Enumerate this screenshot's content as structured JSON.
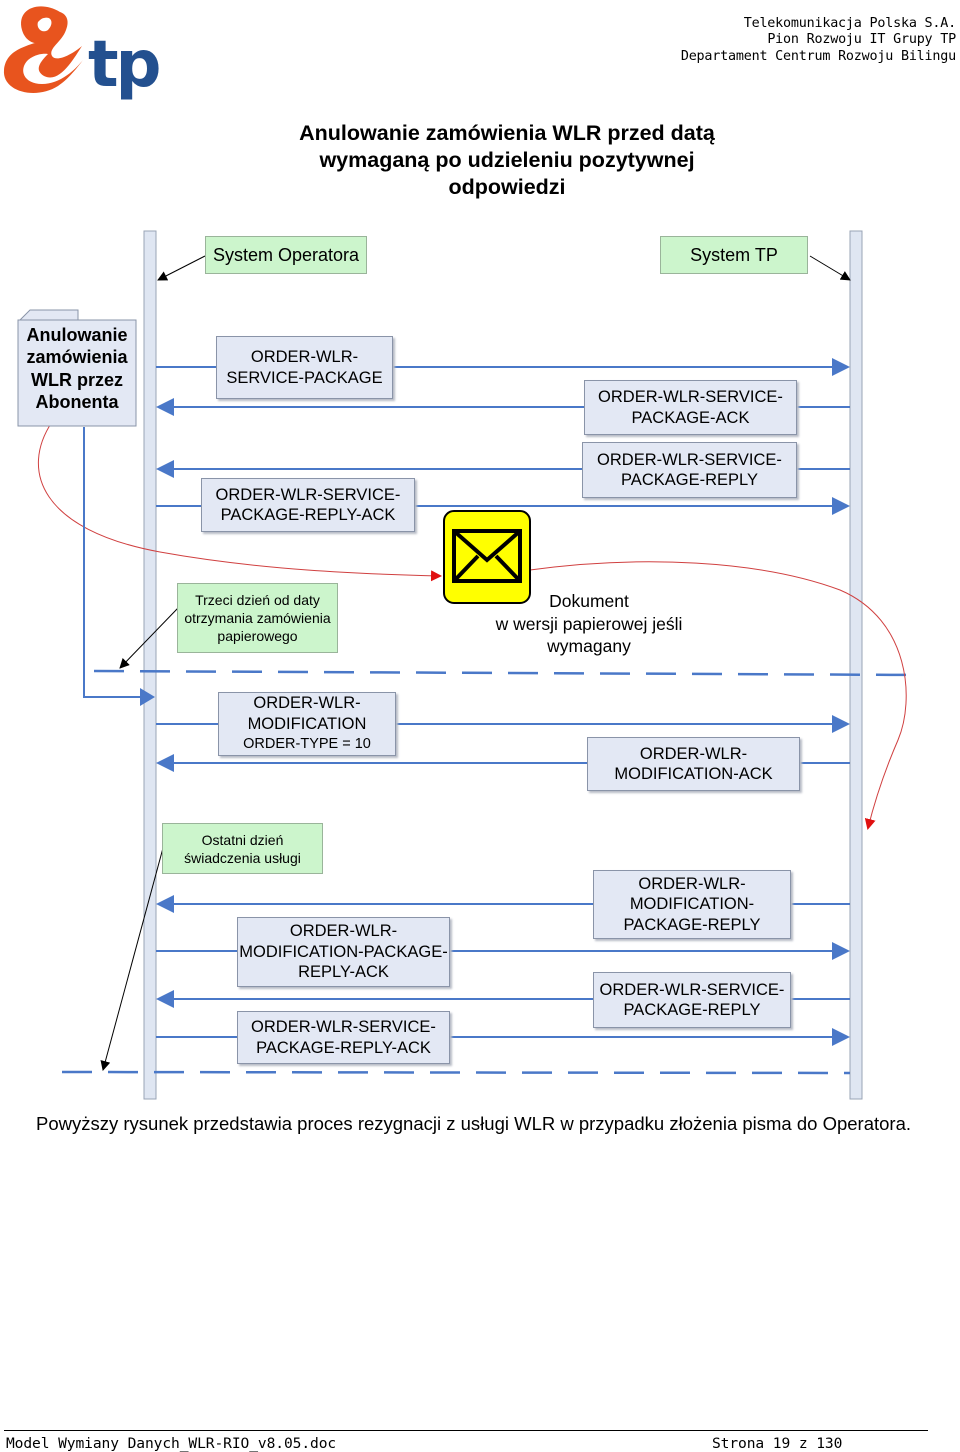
{
  "header": {
    "logo_text": "tp",
    "company": "Telekomunikacja Polska S.A.",
    "division": "Pion Rozwoju IT Grupy TP",
    "department": "Departament Centrum Rozwoju Bilingu"
  },
  "diagram": {
    "title_lines": [
      "Anulowanie zamówienia WLR przed datą",
      "wymaganą po udzieleniu pozytywnej",
      "odpowiedzi"
    ],
    "system_left": "System Operatora",
    "system_right": "System TP",
    "cancel_note_lines": [
      "Anulowanie",
      "zamówienia",
      "WLR przez",
      "Abonenta"
    ],
    "messages": [
      {
        "lines": [
          "ORDER-WLR-",
          "SERVICE-PACKAGE"
        ]
      },
      {
        "lines": [
          "ORDER-WLR-SERVICE-",
          "PACKAGE-ACK"
        ]
      },
      {
        "lines": [
          "ORDER-WLR-SERVICE-",
          "PACKAGE-REPLY"
        ]
      },
      {
        "lines": [
          "ORDER-WLR-SERVICE-",
          "PACKAGE-REPLY-ACK"
        ]
      },
      {
        "lines": [
          "ORDER-WLR-",
          "MODIFICATION",
          "ORDER-TYPE = 10"
        ]
      },
      {
        "lines": [
          "ORDER-WLR-",
          "MODIFICATION-ACK"
        ]
      },
      {
        "lines": [
          "ORDER-WLR-",
          "MODIFICATION-",
          "PACKAGE-REPLY"
        ]
      },
      {
        "lines": [
          "ORDER-WLR-",
          "MODIFICATION-PACKAGE-",
          "REPLY-ACK"
        ]
      },
      {
        "lines": [
          "ORDER-WLR-SERVICE-",
          "PACKAGE-REPLY"
        ]
      },
      {
        "lines": [
          "ORDER-WLR-SERVICE-",
          "PACKAGE-REPLY-ACK"
        ]
      }
    ],
    "note_third_day_lines": [
      "Trzeci dzień od daty",
      "otrzymania zamówienia",
      "papierowego"
    ],
    "note_last_day_lines": [
      "Ostatni dzień",
      "świadczenia usługi"
    ],
    "document_lines": [
      "Dokument",
      "w wersji papierowej jeśli",
      "wymagany"
    ],
    "colors": {
      "message_fill": "#e3e8f4",
      "system_fill": "#ccf5cc",
      "arrow": "#4a78c8",
      "lifeline": "#dfe6f2",
      "curve": "#d03030",
      "envelope": "#ffff00"
    }
  },
  "caption": "Powyższy rysunek przedstawia proces rezygnacji z usługi WLR w przypadku złożenia pisma do Operatora.",
  "footer": {
    "document": "Model Wymiany Danych_WLR-RIO_v8.05.doc",
    "page": "Strona 19 z 130"
  }
}
